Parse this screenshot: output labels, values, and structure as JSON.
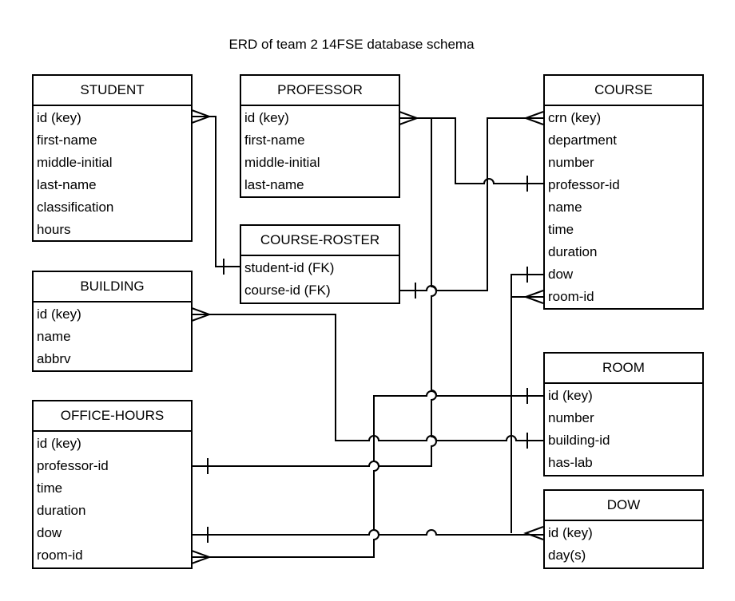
{
  "title": "ERD of team 2 14FSE database schema",
  "entities": {
    "student": {
      "name": "STUDENT",
      "fields": [
        "id (key)",
        "first-name",
        "middle-initial",
        "last-name",
        "classification",
        "hours"
      ]
    },
    "professor": {
      "name": "PROFESSOR",
      "fields": [
        "id (key)",
        "first-name",
        "middle-initial",
        "last-name"
      ]
    },
    "course": {
      "name": "COURSE",
      "fields": [
        "crn (key)",
        "department",
        "number",
        "professor-id",
        "name",
        "time",
        "duration",
        "dow",
        "room-id"
      ]
    },
    "course_roster": {
      "name": "COURSE-ROSTER",
      "fields": [
        "student-id (FK)",
        "course-id (FK)"
      ]
    },
    "building": {
      "name": "BUILDING",
      "fields": [
        "id (key)",
        "name",
        "abbrv"
      ]
    },
    "office_hours": {
      "name": "OFFICE-HOURS",
      "fields": [
        "id (key)",
        "professor-id",
        "time",
        "duration",
        "dow",
        "room-id"
      ]
    },
    "room": {
      "name": "ROOM",
      "fields": [
        "id (key)",
        "number",
        "building-id",
        "has-lab"
      ]
    },
    "dow": {
      "name": "DOW",
      "fields": [
        "id (key)",
        "day(s)"
      ]
    }
  }
}
